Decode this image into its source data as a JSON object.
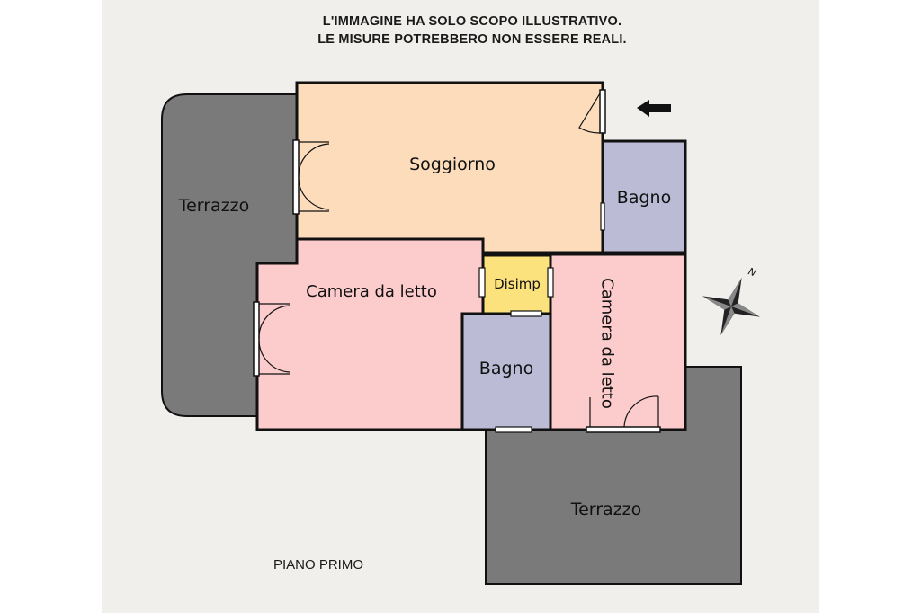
{
  "notice": {
    "line1": "L'IMMAGINE HA SOLO SCOPO ILLUSTRATIVO.",
    "line2": "LE MISURE POTREBBERO NON ESSERE REALI."
  },
  "floor": "PIANO PRIMO",
  "compass": {
    "north": "N"
  },
  "rooms": {
    "soggiorno": "Soggiorno",
    "bagno_top": "Bagno",
    "terrazzo_left": "Terrazzo",
    "camera_left": "Camera da letto",
    "disimpegno": "Disimp",
    "bagno_center": "Bagno",
    "camera_right": "Camera da letto",
    "terrazzo_bottom": "Terrazzo"
  },
  "colors": {
    "page": "#f0efeb",
    "terrazzo": "#7a7a7a",
    "soggiorno": "#fcdcba",
    "bagno": "#bbbbd5",
    "camera": "#fccccd",
    "disimpegno": "#fce27d",
    "wall": "#111111"
  }
}
